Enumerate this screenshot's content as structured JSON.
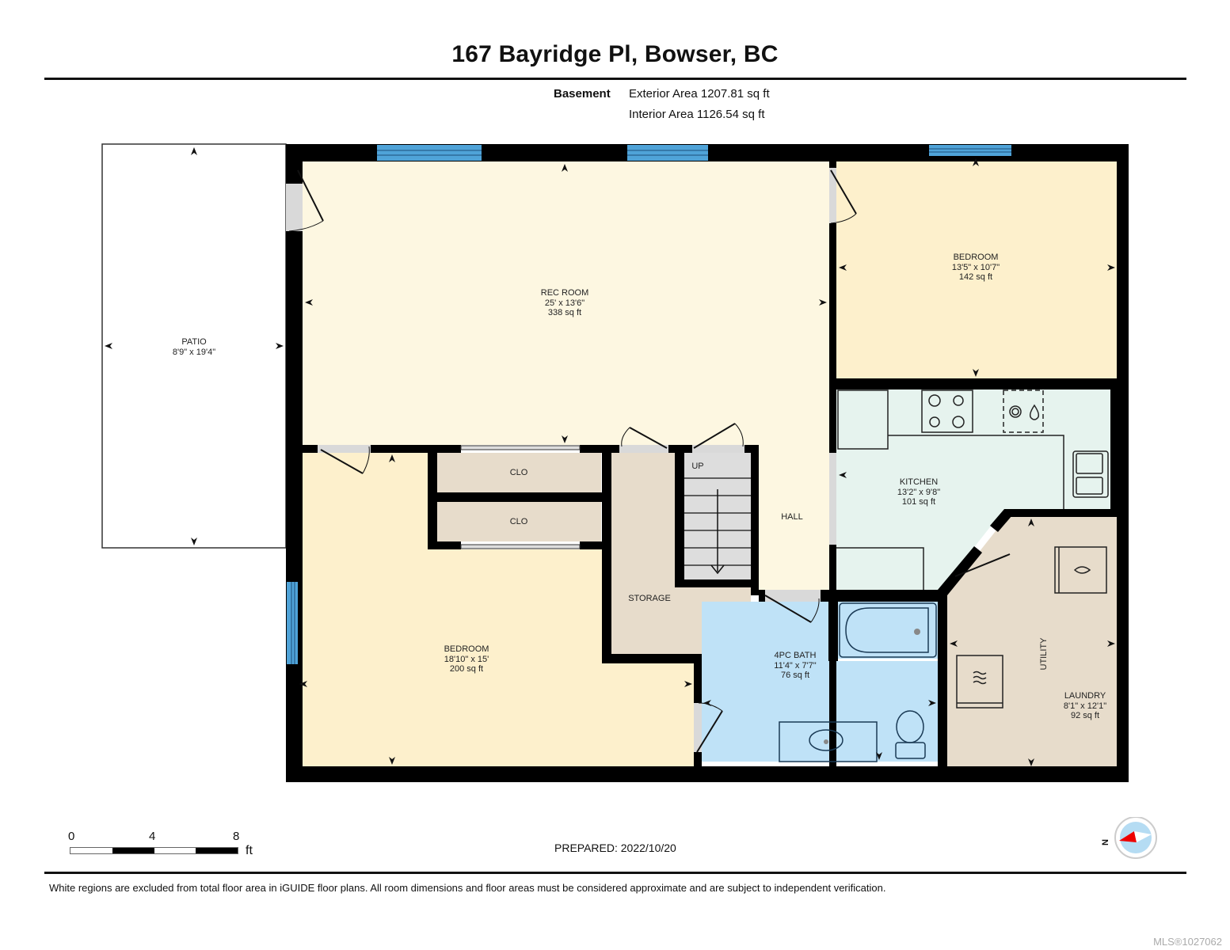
{
  "header": {
    "title": "167 Bayridge Pl, Bowser, BC",
    "floor": "Basement",
    "exterior_area": "Exterior Area 1207.81 sq ft",
    "interior_area": "Interior Area 1126.54 sq ft"
  },
  "rooms": {
    "patio": {
      "name": "PATIO",
      "dims": "8'9\" x 19'4\""
    },
    "rec_room": {
      "name": "REC ROOM",
      "dims": "25' x 13'6\"",
      "area": "338 sq ft"
    },
    "bedroom_1": {
      "name": "BEDROOM",
      "dims": "13'5\" x 10'7\"",
      "area": "142 sq ft"
    },
    "kitchen": {
      "name": "KITCHEN",
      "dims": "13'2\" x 9'8\"",
      "area": "101 sq ft"
    },
    "closet_1": {
      "name": "CLO"
    },
    "closet_2": {
      "name": "CLO"
    },
    "stairs": {
      "name": "UP"
    },
    "hall": {
      "name": "HALL"
    },
    "storage": {
      "name": "STORAGE"
    },
    "utility": {
      "name": "UTILITY"
    },
    "laundry": {
      "name": "LAUNDRY",
      "dims": "8'1\" x 12'1\"",
      "area": "92 sq ft"
    },
    "bedroom_2": {
      "name": "BEDROOM",
      "dims": "18'10\" x 15'",
      "area": "200 sq ft"
    },
    "bath": {
      "name": "4PC BATH",
      "dims": "11'4\" x 7'7\"",
      "area": "76 sq ft"
    }
  },
  "colors": {
    "wall": "#000000",
    "rec_room": "#fdf7e1",
    "bedroom": "#fdf0cc",
    "kitchen": "#e6f3ee",
    "storage": "#e7dccb",
    "bath": "#bfe2f7",
    "stairs": "#dddddd",
    "window": "#4fa3d8"
  },
  "scale_bar": {
    "ticks": [
      "0",
      "4",
      "8"
    ],
    "unit": "ft"
  },
  "compass": {
    "north_label": "N"
  },
  "footer": {
    "prepared": "PREPARED: 2022/10/20",
    "disclaimer": "White regions are excluded from total floor area in iGUIDE floor plans. All room dimensions and floor areas must be considered approximate and are subject to independent verification.",
    "mls": "MLS®1027062"
  }
}
